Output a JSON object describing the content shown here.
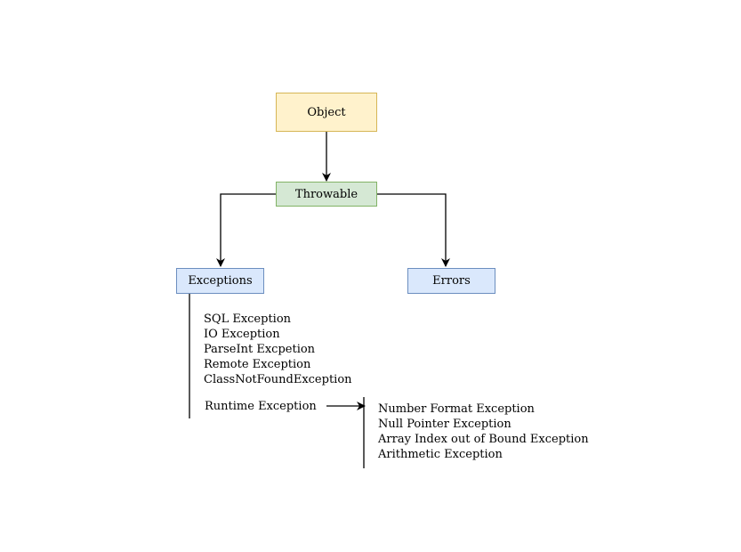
{
  "nodes": {
    "object": "Object",
    "throwable": "Throwable",
    "exceptions": "Exceptions",
    "errors": "Errors"
  },
  "exception_types": [
    "SQL Exception",
    "IO Exception",
    "ParseInt Excpetion",
    "Remote Exception",
    "ClassNotFoundException"
  ],
  "runtime_exception": "Runtime Exception",
  "runtime_types": [
    "Number Format Exception",
    "Null Pointer Exception",
    "Array Index out of Bound Exception",
    "Arithmetic Exception"
  ],
  "colors": {
    "object_fill": "#fff2cc",
    "object_border": "#d6b656",
    "throwable_fill": "#d5e8d4",
    "throwable_border": "#82b366",
    "leaf_fill": "#dae8fc",
    "leaf_border": "#6c8ebf"
  }
}
